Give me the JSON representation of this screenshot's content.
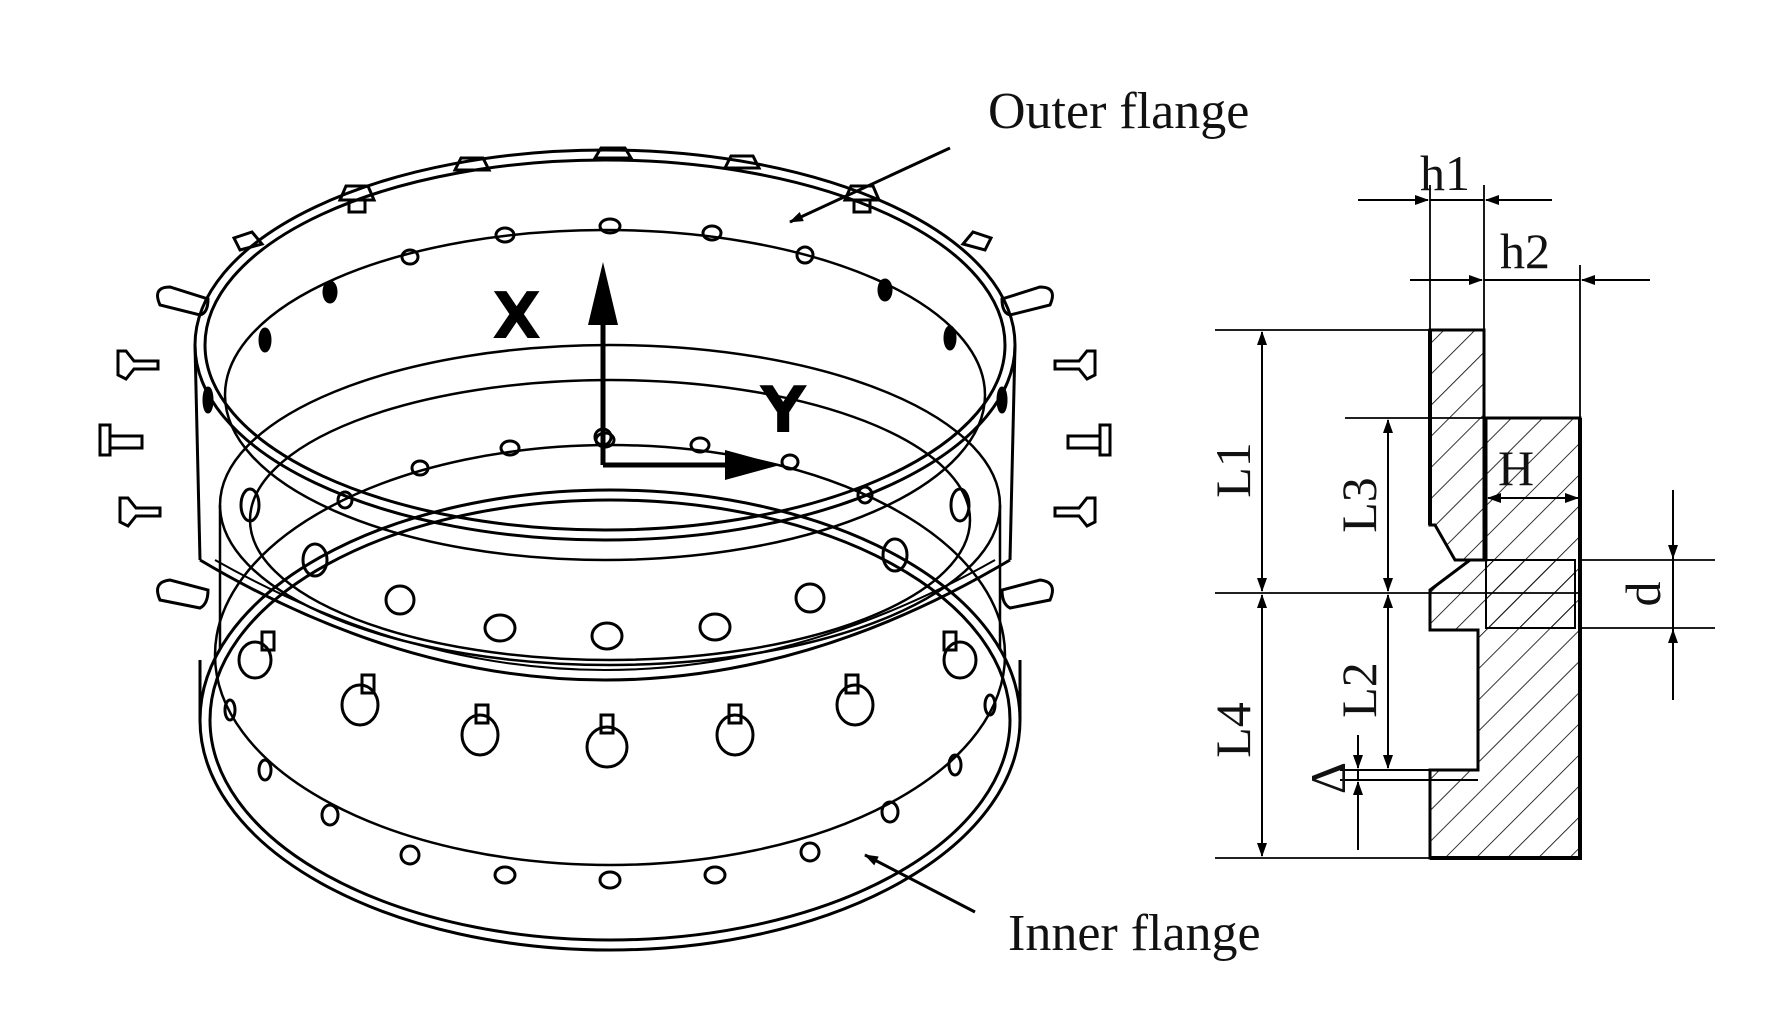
{
  "labels": {
    "outer_flange": "Outer flange",
    "inner_flange": "Inner flange",
    "axis_x": "X",
    "axis_y": "Y"
  },
  "dimensions": {
    "h1": "h1",
    "h2": "h2",
    "H": "H",
    "L1": "L1",
    "L2": "L2",
    "L3": "L3",
    "L4": "L4",
    "d": "d",
    "delta": "Δ"
  },
  "colors": {
    "ink": "#000000",
    "background": "#ffffff"
  }
}
